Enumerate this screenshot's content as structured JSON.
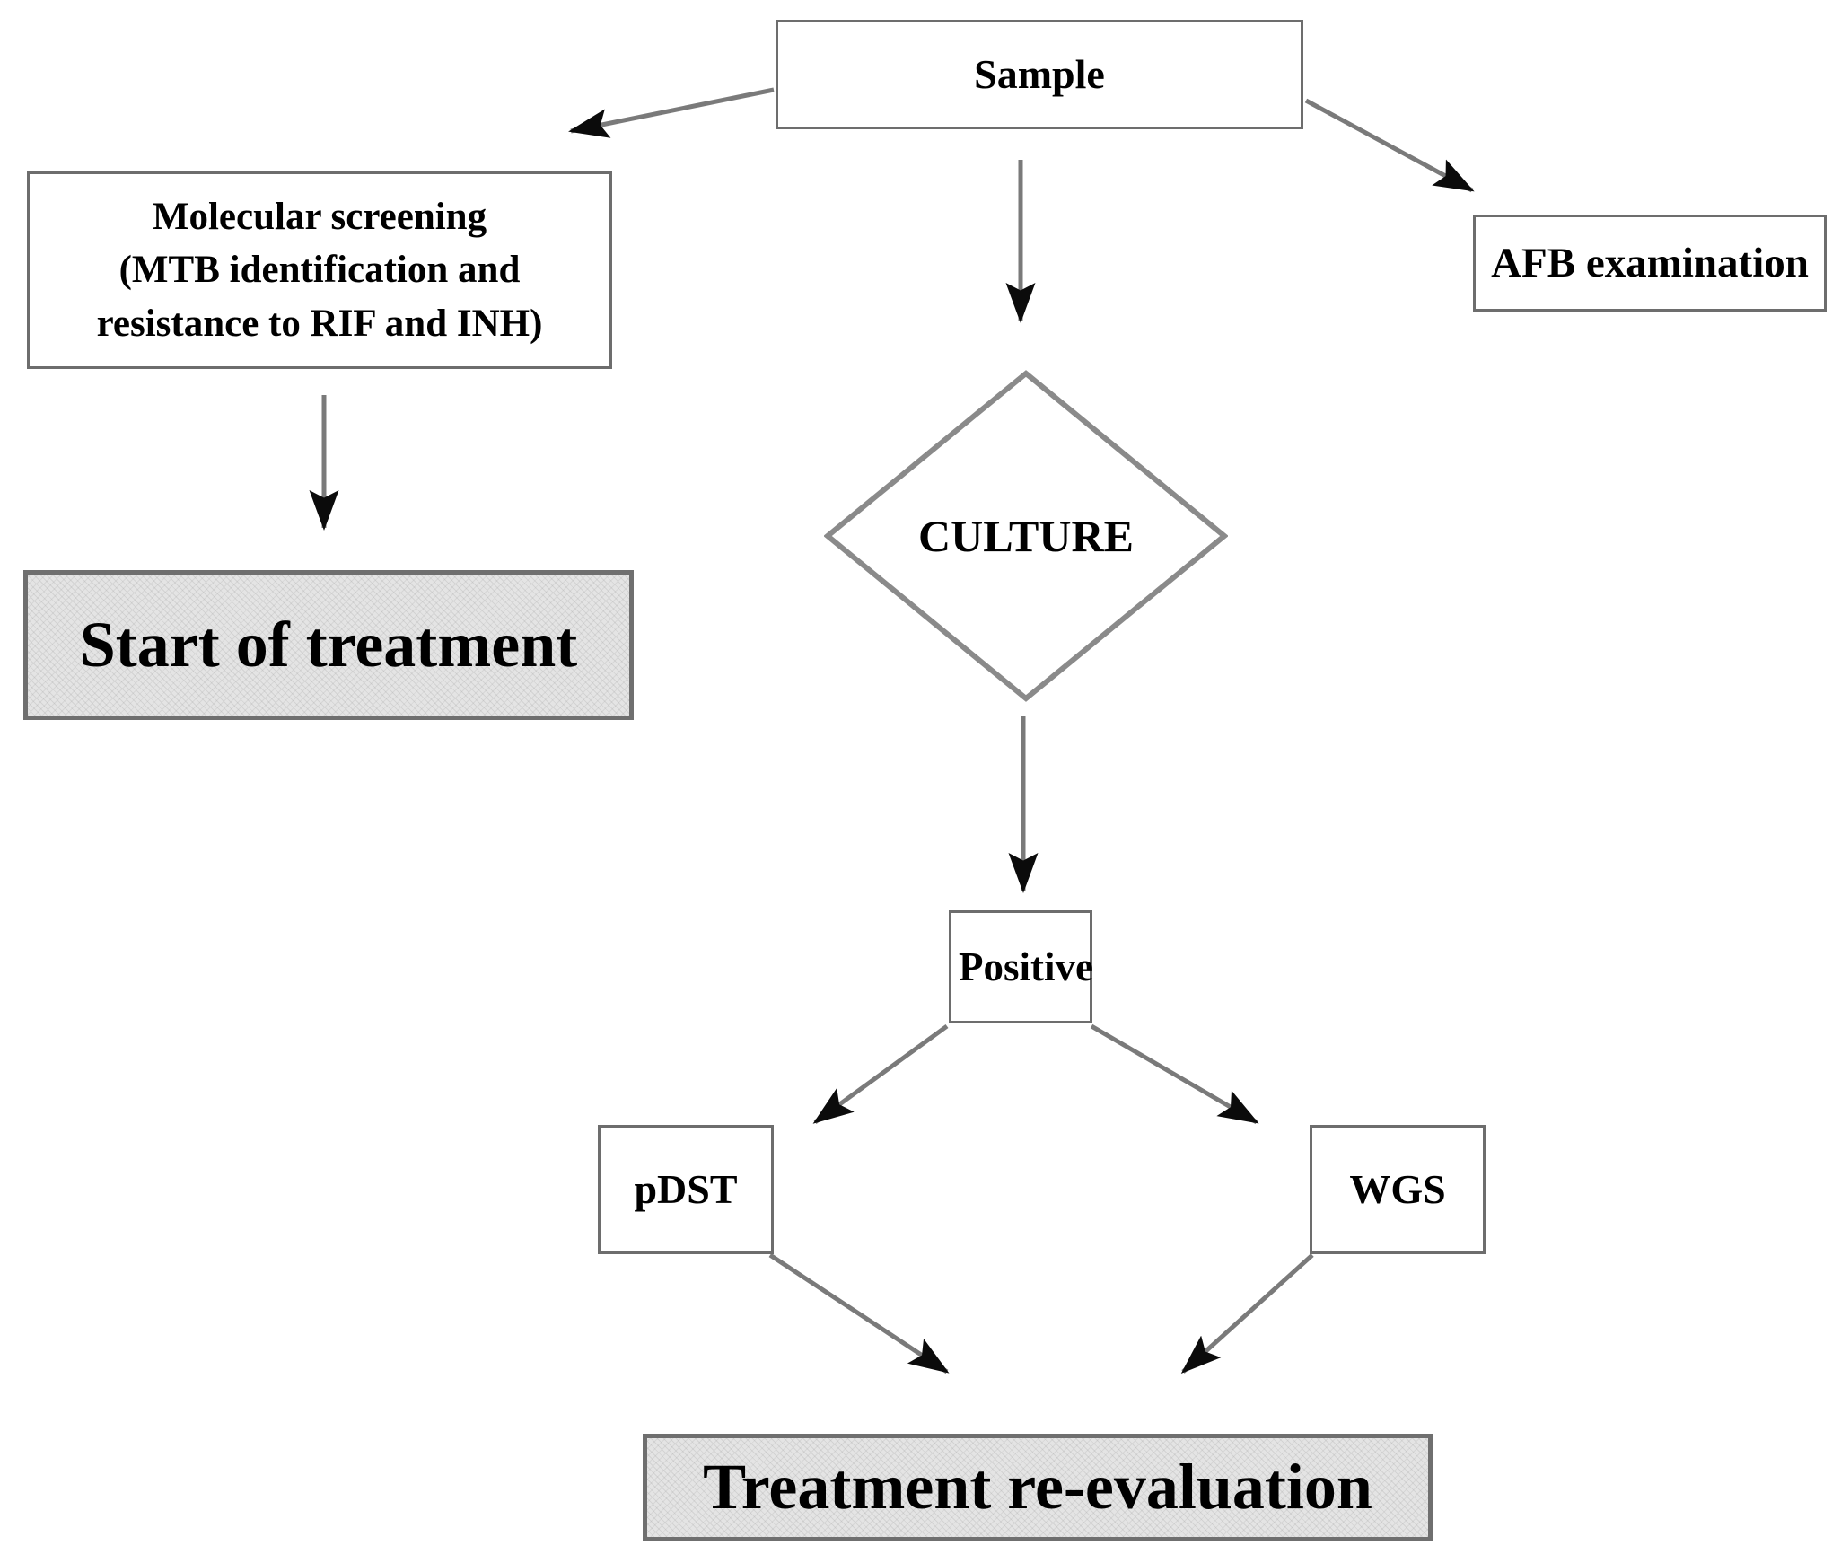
{
  "diagram": {
    "title": "Tuberculosis diagnostic workflow flowchart",
    "background_color": "#ffffff",
    "line_color": "#6d6d6d",
    "shaded_fill_color": "#e4e4e4",
    "text_color": "#000000",
    "nodes": [
      {
        "id": "sample",
        "label": "Sample",
        "shape": "rectangle",
        "style": "plain",
        "font_size": 46
      },
      {
        "id": "molecular-screening",
        "label": "Molecular screening\n(MTB identification  and\nresistance to RIF and INH)",
        "shape": "rectangle",
        "style": "plain",
        "font_size": 43
      },
      {
        "id": "afb-examination",
        "label": "AFB examination",
        "shape": "rectangle",
        "style": "plain",
        "font_size": 47
      },
      {
        "id": "start-of-treatment",
        "label": "Start of treatment",
        "shape": "rectangle",
        "style": "shaded",
        "font_size": 72
      },
      {
        "id": "culture",
        "label": "CULTURE",
        "shape": "diamond",
        "style": "plain",
        "font_size": 50
      },
      {
        "id": "positive",
        "label": "Positive",
        "shape": "rectangle",
        "style": "plain",
        "font_size": 45
      },
      {
        "id": "pdst",
        "label": "pDST",
        "shape": "rectangle",
        "style": "plain",
        "font_size": 46
      },
      {
        "id": "wgs",
        "label": "WGS",
        "shape": "rectangle",
        "style": "plain",
        "font_size": 46
      },
      {
        "id": "treatment-re-evaluation",
        "label": "Treatment  re-evaluation",
        "shape": "rectangle",
        "style": "shaded",
        "font_size": 72
      }
    ],
    "edges": [
      {
        "from": "sample",
        "to": "molecular-screening",
        "style": "arrow"
      },
      {
        "from": "sample",
        "to": "culture",
        "style": "arrow"
      },
      {
        "from": "sample",
        "to": "afb-examination",
        "style": "arrow"
      },
      {
        "from": "molecular-screening",
        "to": "start-of-treatment",
        "style": "arrow"
      },
      {
        "from": "culture",
        "to": "positive",
        "style": "arrow"
      },
      {
        "from": "positive",
        "to": "pdst",
        "style": "arrow"
      },
      {
        "from": "positive",
        "to": "wgs",
        "style": "arrow"
      },
      {
        "from": "pdst",
        "to": "treatment-re-evaluation",
        "style": "arrow"
      },
      {
        "from": "wgs",
        "to": "treatment-re-evaluation",
        "style": "arrow"
      }
    ]
  }
}
